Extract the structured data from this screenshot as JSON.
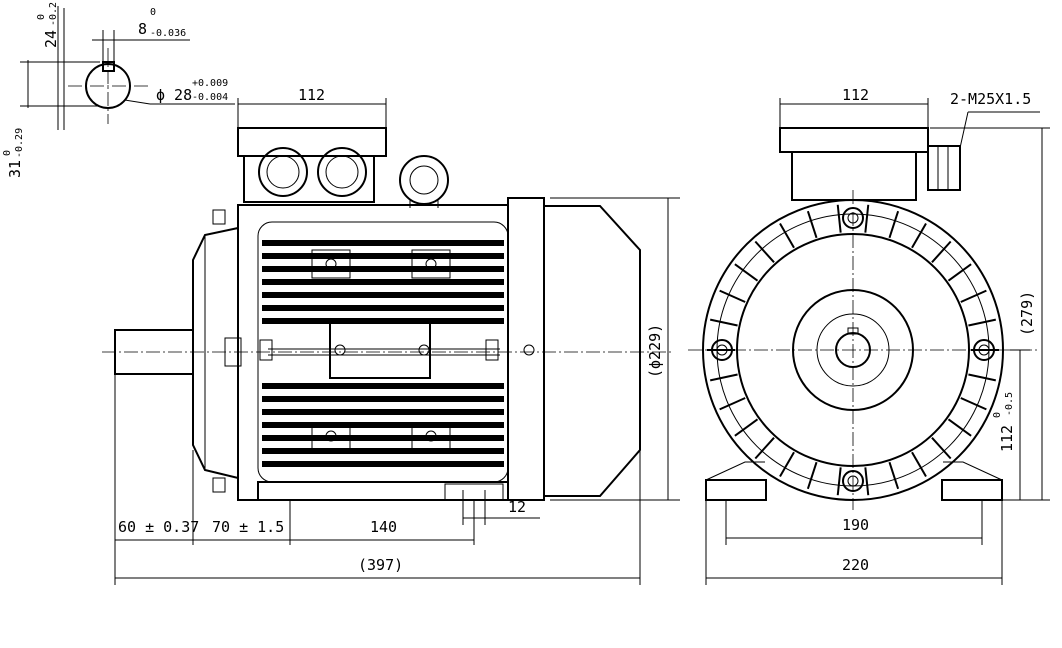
{
  "drawing": {
    "keyway_depth": {
      "nominal": "24",
      "upper": "0",
      "lower": "-0.2"
    },
    "key_width": {
      "nominal": "8",
      "upper": "0",
      "lower": "-0.036"
    },
    "shaft_dia": {
      "nominal": "ϕ 28",
      "upper": "+0.009",
      "lower": "-0.004"
    },
    "key_height": {
      "nominal": "31",
      "upper": "0",
      "lower": "-0.29"
    },
    "side_view": {
      "terminal_box_width": "112",
      "flange_dia": "(ϕ229)",
      "dim_60": "60 ± 0.37",
      "dim_70": "70 ± 1.5",
      "dim_140": "140",
      "dim_12": "12",
      "overall_length": "(397)"
    },
    "front_view": {
      "terminal_box_width": "112",
      "cable_gland": "2-M25X1.5",
      "overall_height": "(279)",
      "center_height": "112",
      "center_height_lower": "-0.5",
      "center_height_upper": "0",
      "foot_hole_spacing": "190",
      "foot_width": "220"
    }
  }
}
